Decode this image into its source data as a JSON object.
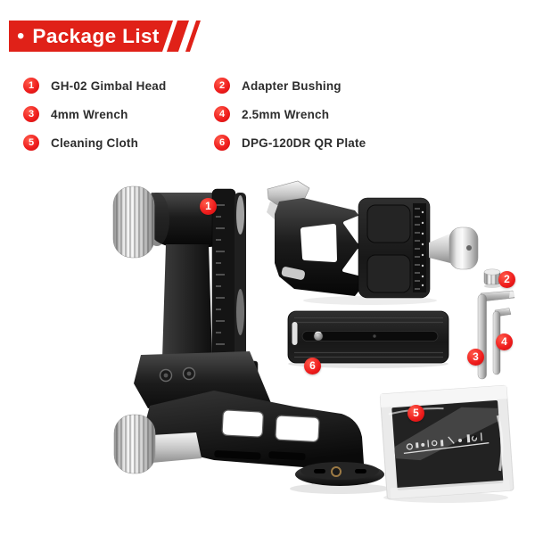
{
  "header": {
    "bullet": "•",
    "title": "Package List"
  },
  "package_items": [
    {
      "number": "1",
      "label": "GH-02 Gimbal Head"
    },
    {
      "number": "2",
      "label": "Adapter Bushing"
    },
    {
      "number": "3",
      "label": "4mm Wrench"
    },
    {
      "number": "4",
      "label": "2.5mm Wrench"
    },
    {
      "number": "5",
      "label": "Cleaning Cloth"
    },
    {
      "number": "6",
      "label": "DPG-120DR QR Plate"
    }
  ],
  "colors": {
    "banner_red": "#e02118",
    "badge_red": "#ee1b1b",
    "text_dark": "#2d2d2d"
  },
  "photo": {
    "components": [
      "gimbal-head",
      "qr-clamp",
      "adapter-bushing",
      "4mm-wrench",
      "2.5mm-wrench",
      "qr-plate",
      "cleaning-cloth"
    ]
  }
}
